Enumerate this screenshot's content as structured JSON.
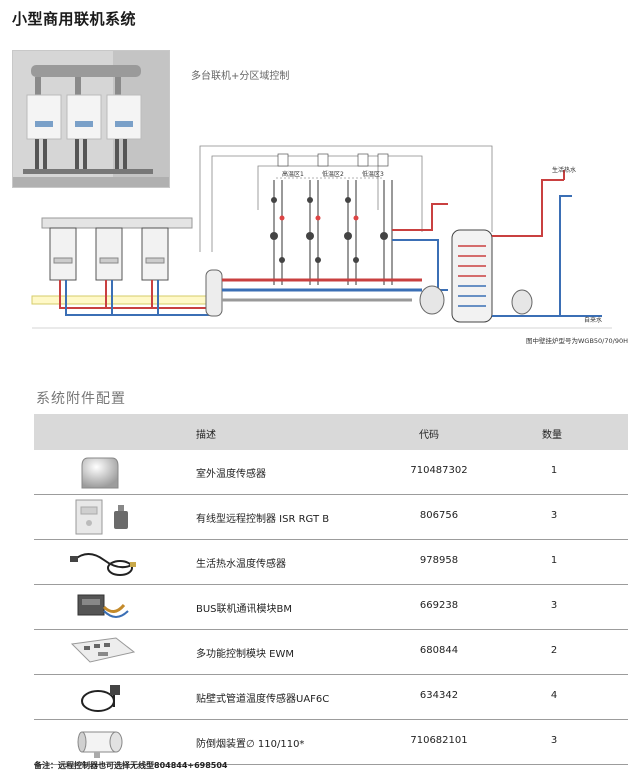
{
  "page": {
    "title": "小型商用联机系统",
    "subtitle": "多台联机+分区域控制"
  },
  "diagram": {
    "zone_labels": [
      "高温区1",
      "低温区2",
      "低温区3"
    ],
    "hot_water_label": "生活热水",
    "cold_water_label": "自来水",
    "caption": "图中壁挂炉型号为WGB50/70/90H"
  },
  "accessories": {
    "section_title": "系统附件配置",
    "headers": {
      "desc": "描述",
      "code": "代码",
      "qty": "数量"
    },
    "rows": [
      {
        "icon": "outdoor-temperature-sensor-icon",
        "desc": "室外温度传感器",
        "code": "710487302",
        "qty": "1"
      },
      {
        "icon": "remote-controller-icon",
        "desc": "有线型远程控制器 ISR RGT B",
        "code": "806756",
        "qty": "3"
      },
      {
        "icon": "hot-water-sensor-icon",
        "desc": "生活热水温度传感器",
        "code": "978958",
        "qty": "1"
      },
      {
        "icon": "bus-module-icon",
        "desc": "BUS联机通讯模块BM",
        "code": "669238",
        "qty": "3"
      },
      {
        "icon": "multifunction-module-icon",
        "desc": "多功能控制模块 EWM",
        "code": "680844",
        "qty": "2"
      },
      {
        "icon": "pipe-sensor-icon",
        "desc": "贴壁式管道温度传感器UAF6C",
        "code": "634342",
        "qty": "4"
      },
      {
        "icon": "draft-diverter-icon",
        "desc": "防倒烟装置∅ 110/110*",
        "code": "710682101",
        "qty": "3"
      }
    ]
  },
  "note": "备注：远程控制器也可选择无线型804844+698504",
  "colors": {
    "hot_pipe": "#c94040",
    "cold_pipe": "#3b6fb5",
    "header_bg": "#d9d9d9"
  }
}
